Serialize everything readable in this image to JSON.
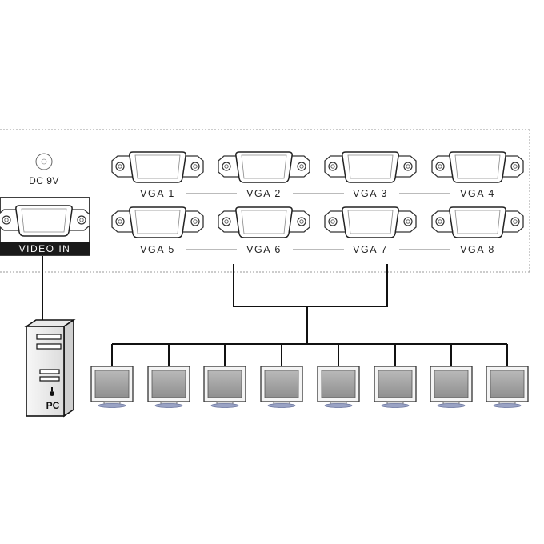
{
  "splitter": {
    "power_label": "DC 9V",
    "input_label": "VIDEO IN",
    "outputs": [
      "VGA 1",
      "VGA 2",
      "VGA 3",
      "VGA 4",
      "VGA 5",
      "VGA 6",
      "VGA 7",
      "VGA 8"
    ]
  },
  "source": {
    "label": "PC"
  },
  "displays": {
    "count": 8
  },
  "colors": {
    "line": "#111111",
    "panel_border": "#9a9a9a",
    "screen": "#a9a9a9",
    "monitor_base": "#9aa3c4",
    "label_band": "#1a1a1a"
  }
}
